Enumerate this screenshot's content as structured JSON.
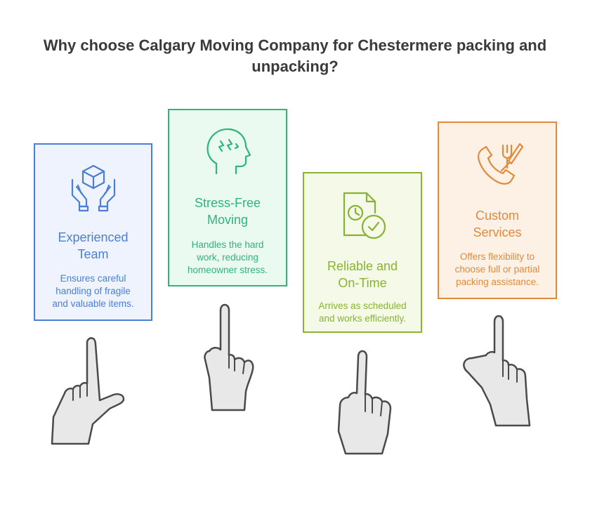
{
  "title": "Why choose Calgary Moving Company for Chestermere packing and unpacking?",
  "cards": [
    {
      "heading": "Experienced\nTeam",
      "desc": "Ensures careful\nhandling of fragile\nand valuable items.",
      "icon": "hands-box-icon",
      "color": "#4a7fd1",
      "bg": "#eef3fd"
    },
    {
      "heading": "Stress-Free\nMoving",
      "desc": "Handles the hard\nwork, reducing\nhomeowner stress.",
      "icon": "head-icon",
      "color": "#2fb47a",
      "bg": "#eafaf1"
    },
    {
      "heading": "Reliable and\nOn-Time",
      "desc": "Arrives as scheduled\nand works efficiently.",
      "icon": "clock-check-document-icon",
      "color": "#88b431",
      "bg": "#f4f9e8"
    },
    {
      "heading": "Custom\nServices",
      "desc": "Offers flexibility to\nchoose full or partial\npacking assistance.",
      "icon": "phone-utensils-icon",
      "color": "#e08a3c",
      "bg": "#fdf1e5"
    }
  ]
}
